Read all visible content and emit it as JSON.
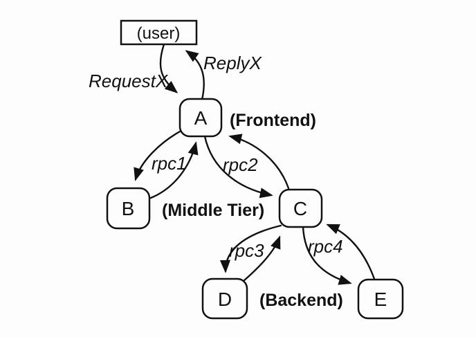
{
  "diagram": {
    "title": "RPC call tree: user request fanning out across frontend, middle tier and backend servers",
    "background_color": "#fdfdfd",
    "line_color": "#111111",
    "nodes": {
      "user": {
        "label": "(user)",
        "shape": "rectangle"
      },
      "a": {
        "label": "A",
        "shape": "rounded-rectangle",
        "tier": "Frontend"
      },
      "b": {
        "label": "B",
        "shape": "rounded-rectangle",
        "tier": "Middle Tier"
      },
      "c": {
        "label": "C",
        "shape": "rounded-rectangle",
        "tier": "Middle Tier"
      },
      "d": {
        "label": "D",
        "shape": "rounded-rectangle",
        "tier": "Backend"
      },
      "e": {
        "label": "E",
        "shape": "rounded-rectangle",
        "tier": "Backend"
      }
    },
    "tier_labels": {
      "frontend": "(Frontend)",
      "middle": "(Middle Tier)",
      "backend": "(Backend)"
    },
    "edge_labels": {
      "request": "RequestX",
      "reply": "ReplyX",
      "rpc1": "rpc1",
      "rpc2": "rpc2",
      "rpc3": "rpc3",
      "rpc4": "rpc4"
    },
    "edges": [
      {
        "from": "user",
        "to": "a",
        "label": "RequestX"
      },
      {
        "from": "a",
        "to": "user",
        "label": "ReplyX"
      },
      {
        "from": "a",
        "to": "b",
        "label": "rpc1"
      },
      {
        "from": "b",
        "to": "a",
        "label": "rpc1"
      },
      {
        "from": "a",
        "to": "c",
        "label": "rpc2"
      },
      {
        "from": "c",
        "to": "a",
        "label": "rpc2"
      },
      {
        "from": "c",
        "to": "d",
        "label": "rpc3"
      },
      {
        "from": "d",
        "to": "c",
        "label": "rpc3"
      },
      {
        "from": "c",
        "to": "e",
        "label": "rpc4"
      },
      {
        "from": "e",
        "to": "c",
        "label": "rpc4"
      }
    ]
  }
}
